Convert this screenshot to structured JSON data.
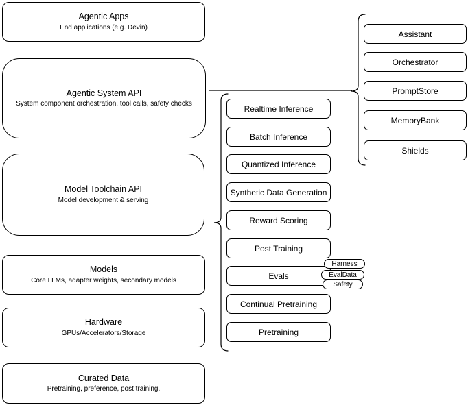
{
  "diagram": {
    "colors": {
      "stroke": "#000000",
      "background": "#ffffff",
      "text": "#000000"
    },
    "stack": [
      {
        "title": "Agentic Apps",
        "subtitle": "End applications (e.g. Devin)"
      },
      {
        "title": "Agentic System API",
        "subtitle": "System component orchestration, tool calls, safety checks"
      },
      {
        "title": "Model Toolchain API",
        "subtitle": "Model development & serving"
      },
      {
        "title": "Models",
        "subtitle": "Core LLMs, adapter weights, secondary models"
      },
      {
        "title": "Hardware",
        "subtitle": "GPUs/Accelerators/Storage"
      },
      {
        "title": "Curated Data",
        "subtitle": "Pretraining, preference, post training."
      }
    ],
    "toolchain_items": [
      {
        "label": "Realtime Inference"
      },
      {
        "label": "Batch Inference"
      },
      {
        "label": "Quantized Inference"
      },
      {
        "label": "Synthetic Data Generation"
      },
      {
        "label": "Reward Scoring"
      },
      {
        "label": "Post Training"
      },
      {
        "label": "Evals"
      },
      {
        "label": "Continual Pretraining"
      },
      {
        "label": "Pretraining"
      }
    ],
    "eval_tags": [
      {
        "label": "Harness"
      },
      {
        "label": "EvalData"
      },
      {
        "label": "Safety"
      }
    ],
    "system_components": [
      {
        "label": "Assistant"
      },
      {
        "label": "Orchestrator"
      },
      {
        "label": "PromptStore"
      },
      {
        "label": "MemoryBank"
      },
      {
        "label": "Shields"
      }
    ]
  }
}
